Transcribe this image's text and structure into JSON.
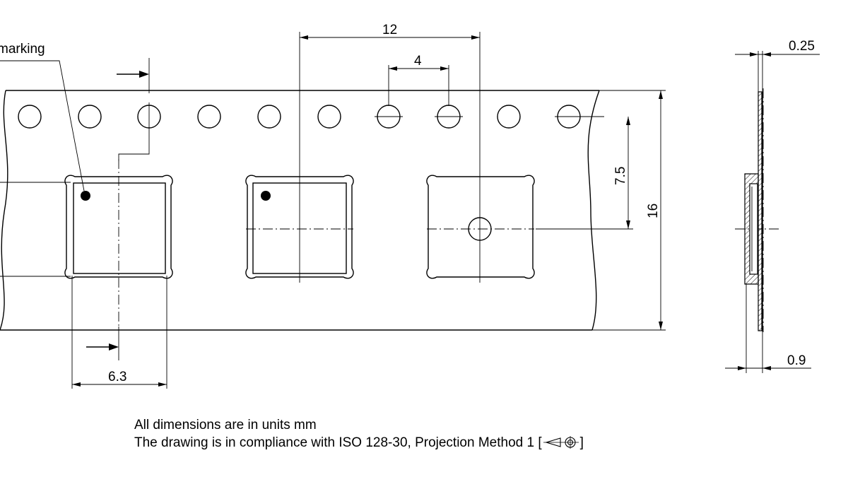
{
  "labels": {
    "marking": "marking"
  },
  "dimensions": {
    "pocket_pitch": "12",
    "hole_pitch": "4",
    "hole_to_center": "7.5",
    "tape_width": "16",
    "cover_thickness": "0.25",
    "tape_thickness": "0.9",
    "pocket_width": "6.3"
  },
  "notes": {
    "units": "All dimensions are in units mm",
    "compliance_prefix": "The drawing is in compliance with ISO 128-30, Projection Method 1 [",
    "compliance_suffix": "]"
  }
}
